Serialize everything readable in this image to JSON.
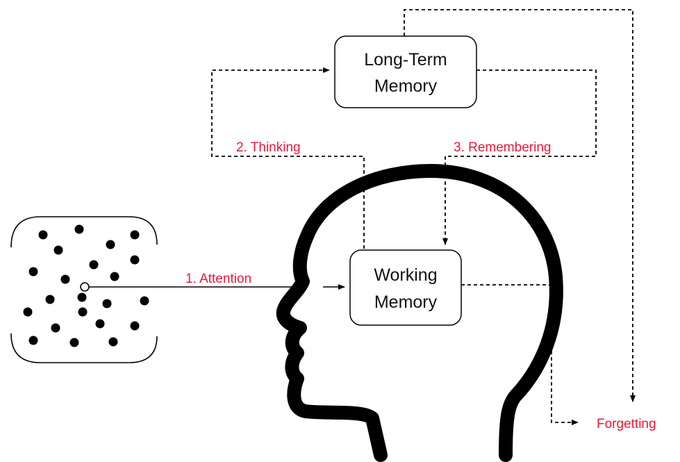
{
  "long_term_memory": {
    "line1": "Long-Term",
    "line2": "Memory"
  },
  "working_memory": {
    "line1": "Working",
    "line2": "Memory"
  },
  "labels": {
    "attention": "1. Attention",
    "thinking": "2. Thinking",
    "remembering": "3. Remembering",
    "forgetting": "Forgetting"
  },
  "colors": {
    "label": "#e8193c",
    "line": "#000000"
  },
  "stimuli_count": 22
}
